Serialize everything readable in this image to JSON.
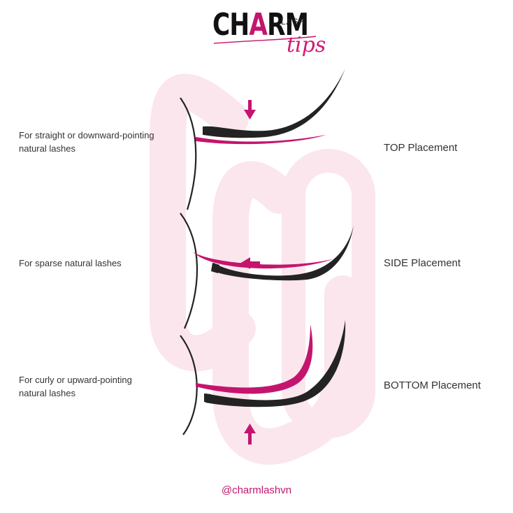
{
  "logo": {
    "word_start": "CH",
    "word_accent": "A",
    "word_end": "RM",
    "lash": "LASH",
    "tips": "tips"
  },
  "rows": [
    {
      "description": "For straight or downward-pointing natural lashes",
      "placement": "TOP Placement"
    },
    {
      "description": "For sparse natural lashes",
      "placement": "SIDE Placement"
    },
    {
      "description": "For curly or upward-pointing natural lashes",
      "placement": "BOTTOM Placement"
    }
  ],
  "footer": {
    "handle": "@charmlashvn"
  },
  "colors": {
    "brand_pink": "#c4156e",
    "lash_black": "#232323",
    "watermark_pink": "#fbe6ee"
  },
  "icons": [
    "arrow-down-icon",
    "arrow-left-icon",
    "arrow-up-icon",
    "watermark-logo-icon"
  ]
}
